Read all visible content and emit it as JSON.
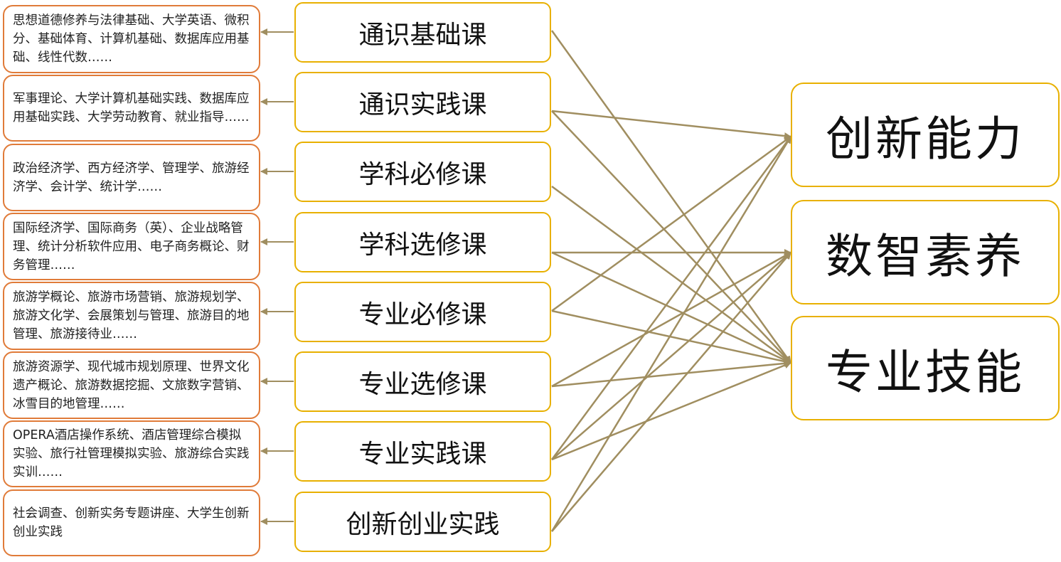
{
  "colors": {
    "course_border": "#E8B000",
    "detail_border": "#E07B39",
    "arrow": "#A08E60"
  },
  "courses": [
    {
      "label": "通识基础课",
      "detail": "思想道德修养与法律基础、大学英语、微积分、基础体育、计算机基础、数据库应用基础、线性代数……",
      "targets": [
        "专业技能"
      ]
    },
    {
      "label": "通识实践课",
      "detail": "军事理论、大学计算机基础实践、数据库应用基础实践、大学劳动教育、就业指导……",
      "targets": [
        "创新能力",
        "专业技能"
      ]
    },
    {
      "label": "学科必修课",
      "detail": "政治经济学、西方经济学、管理学、旅游经济学、会计学、统计学……",
      "targets": [
        "专业技能"
      ]
    },
    {
      "label": "学科选修课",
      "detail": "国际经济学、国际商务（英）、企业战略管理、统计分析软件应用、电子商务概论、财务管理……",
      "targets": [
        "数智素养",
        "专业技能"
      ]
    },
    {
      "label": "专业必修课",
      "detail": "旅游学概论、旅游市场营销、旅游规划学、旅游文化学、会展策划与管理、旅游目的地管理、旅游接待业……",
      "targets": [
        "创新能力",
        "专业技能"
      ]
    },
    {
      "label": "专业选修课",
      "detail": "旅游资源学、现代城市规划原理、世界文化遗产概论、旅游数据挖掘、文旅数字营销、冰雪目的地管理……",
      "targets": [
        "数智素养",
        "专业技能"
      ]
    },
    {
      "label": "专业实践课",
      "detail": "OPERA酒店操作系统、酒店管理综合模拟实验、旅行社管理模拟实验、旅游综合实践实训……",
      "targets": [
        "创新能力",
        "数智素养",
        "专业技能"
      ]
    },
    {
      "label": "创新创业实践",
      "detail": "社会调查、创新实务专题讲座、大学生创新创业实践",
      "targets": [
        "创新能力",
        "数智素养"
      ]
    }
  ],
  "abilities": [
    "创新能力",
    "数智素养",
    "专业技能"
  ]
}
